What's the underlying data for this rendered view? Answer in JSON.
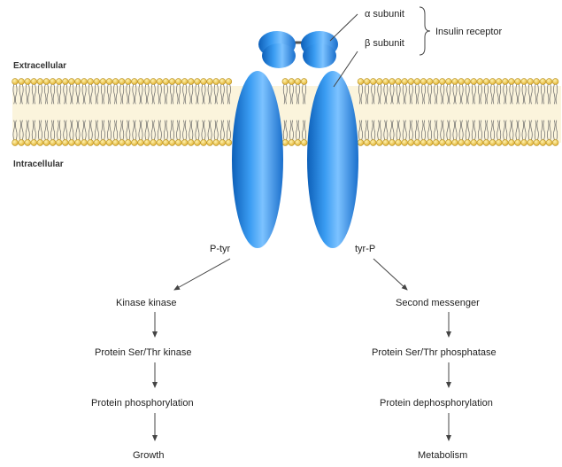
{
  "regions": {
    "extracellular": "Extracellular",
    "intracellular": "Intracellular"
  },
  "receptor": {
    "alpha_label": "α subunit",
    "beta_label": "β subunit",
    "name": "Insulin receptor"
  },
  "left_pathway": {
    "phospho_site": "P-tyr",
    "steps": [
      "Kinase kinase",
      "Protein Ser/Thr kinase",
      "Protein phosphorylation",
      "Growth"
    ]
  },
  "right_pathway": {
    "phospho_site": "tyr-P",
    "steps": [
      "Second messenger",
      "Protein Ser/Thr phosphatase",
      "Protein dephosphorylation",
      "Metabolism"
    ]
  },
  "colors": {
    "membrane_head": "#f2c94c",
    "membrane_head_stroke": "#b8901e",
    "membrane_core": "#fbf4dc",
    "receptor_light": "#9ed3ff",
    "receptor_mid": "#2f92ef",
    "receptor_dark": "#0d5fb8"
  }
}
